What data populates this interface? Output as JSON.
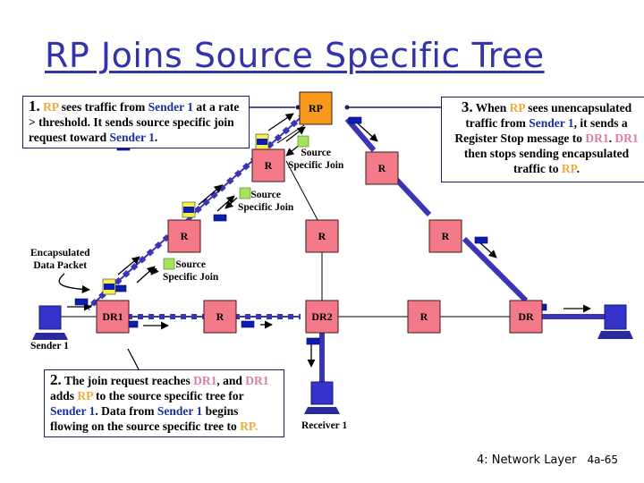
{
  "title": "RP Joins Source Specific Tree",
  "callouts": {
    "step1": {
      "num": "1.",
      "parts": [
        {
          "t": " ",
          "c": ""
        },
        {
          "t": "RP",
          "c": "rp"
        },
        {
          "t": " sees traffic from ",
          "c": ""
        },
        {
          "t": "Sender 1",
          "c": "snd"
        },
        {
          "t": " at a rate > threshold. It sends source specific join request toward ",
          "c": ""
        },
        {
          "t": "Sender 1",
          "c": "snd"
        },
        {
          "t": ".",
          "c": ""
        }
      ]
    },
    "step2": {
      "num": "2.",
      "parts": [
        {
          "t": " The join request reaches ",
          "c": ""
        },
        {
          "t": "DR1",
          "c": "dr1"
        },
        {
          "t": ", and ",
          "c": ""
        },
        {
          "t": "DR1",
          "c": "dr1"
        },
        {
          "t": " adds ",
          "c": ""
        },
        {
          "t": "RP",
          "c": "rp"
        },
        {
          "t": " to the source specific tree for ",
          "c": ""
        },
        {
          "t": "Sender 1",
          "c": "snd"
        },
        {
          "t": ". Data from ",
          "c": ""
        },
        {
          "t": "Sender 1",
          "c": "snd"
        },
        {
          "t": " begins flowing on the source specific tree to ",
          "c": ""
        },
        {
          "t": "RP",
          "c": "rp"
        },
        {
          "t": ".",
          "c": "rp"
        }
      ]
    },
    "step3": {
      "num": "3.",
      "parts": [
        {
          "t": " When ",
          "c": ""
        },
        {
          "t": "RP",
          "c": "rp"
        },
        {
          "t": " sees unencapsulated traffic from ",
          "c": ""
        },
        {
          "t": "Sender 1",
          "c": "snd"
        },
        {
          "t": ", it sends a Register Stop message to ",
          "c": ""
        },
        {
          "t": "DR1",
          "c": "dr1"
        },
        {
          "t": ". ",
          "c": ""
        },
        {
          "t": "DR1",
          "c": "dr1"
        },
        {
          "t": " then stops sending encapsulated traffic to ",
          "c": ""
        },
        {
          "t": "RP",
          "c": "rp"
        },
        {
          "t": ".",
          "c": ""
        }
      ]
    }
  },
  "nodes": {
    "rp": "RP",
    "r_top_left": "R",
    "r_top_right": "R",
    "r_mid_left": "R",
    "r_mid_center": "R",
    "r_mid_right": "R",
    "dr1": "DR1",
    "r_bottom_left": "R",
    "dr2": "DR2",
    "r_bottom_right": "R",
    "dr": "DR"
  },
  "labels": {
    "ssj_top": [
      "Source",
      "Specific Join"
    ],
    "ssj_mid": [
      "Source",
      "Specific Join"
    ],
    "ssj_low": [
      "Source",
      "Specific Join"
    ],
    "encap": [
      "Encapsulated",
      "Data Packet"
    ],
    "sender": "Sender 1",
    "receiver": "Receiver 1"
  },
  "colors": {
    "router": "#f47a8a",
    "rp": "#f79a1c",
    "link_thick": "#3a35b5",
    "host": "#3333cc",
    "packet": "#0a1fb0",
    "join_marker": "#a6e35a",
    "encap_outer": "#f7f04a"
  },
  "footer": {
    "chapter": "4: Network Layer",
    "page": "4a-65"
  }
}
